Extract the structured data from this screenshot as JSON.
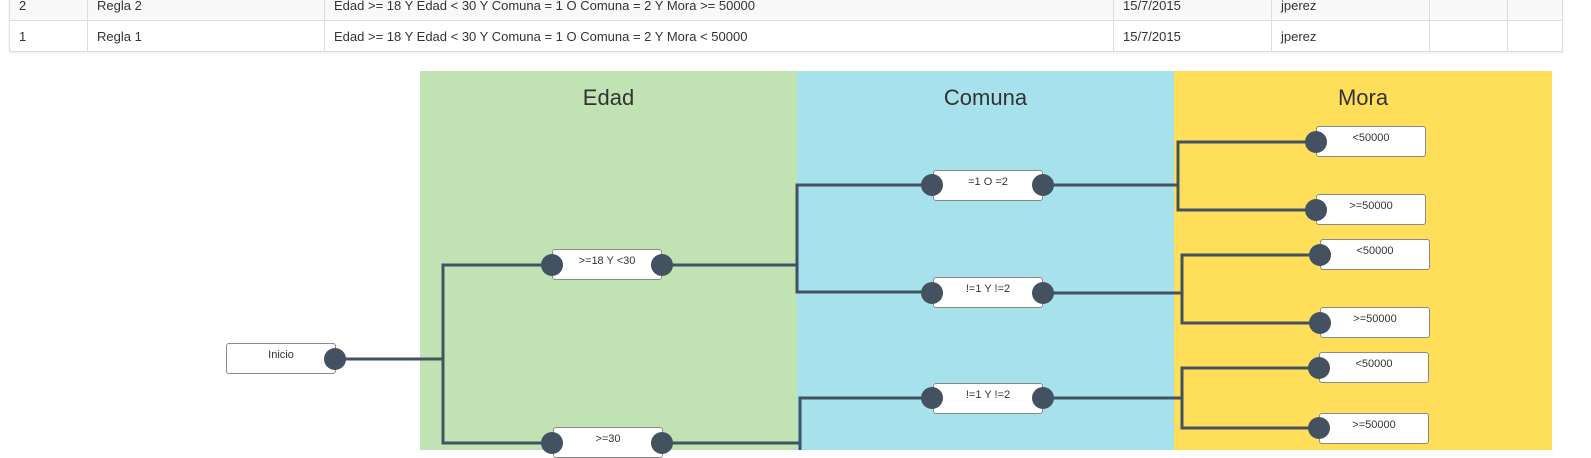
{
  "rules_table": {
    "rows": [
      {
        "id": "2",
        "name": "Regla 2",
        "condition": "Edad >= 18 Y Edad < 30 Y Comuna = 1 O Comuna = 2 Y Mora >= 50000",
        "date": "15/7/2015",
        "user": "jperez"
      },
      {
        "id": "1",
        "name": "Regla 1",
        "condition": "Edad >= 18 Y Edad < 30 Y Comuna = 1 O Comuna = 2 Y Mora < 50000",
        "date": "15/7/2015",
        "user": "jperez"
      }
    ]
  },
  "diagram": {
    "lanes": {
      "edad": "Edad",
      "comuna": "Comuna",
      "mora": "Mora"
    },
    "colors": {
      "edad": "#c1e2b3",
      "comuna": "#a6e1ec",
      "mora": "#ffdf5a",
      "connector": "#435161"
    },
    "nodes": {
      "inicio": "Inicio",
      "edad_1": ">=18 Y <30",
      "edad_2": ">=30",
      "comuna_1": "=1 O =2",
      "comuna_2": "!=1 Y !=2",
      "comuna_3": "!=1 Y !=2",
      "mora_1": "<50000",
      "mora_2": ">=50000",
      "mora_3": "<50000",
      "mora_4": ">=50000",
      "mora_5": "<50000",
      "mora_6": ">=50000"
    }
  }
}
